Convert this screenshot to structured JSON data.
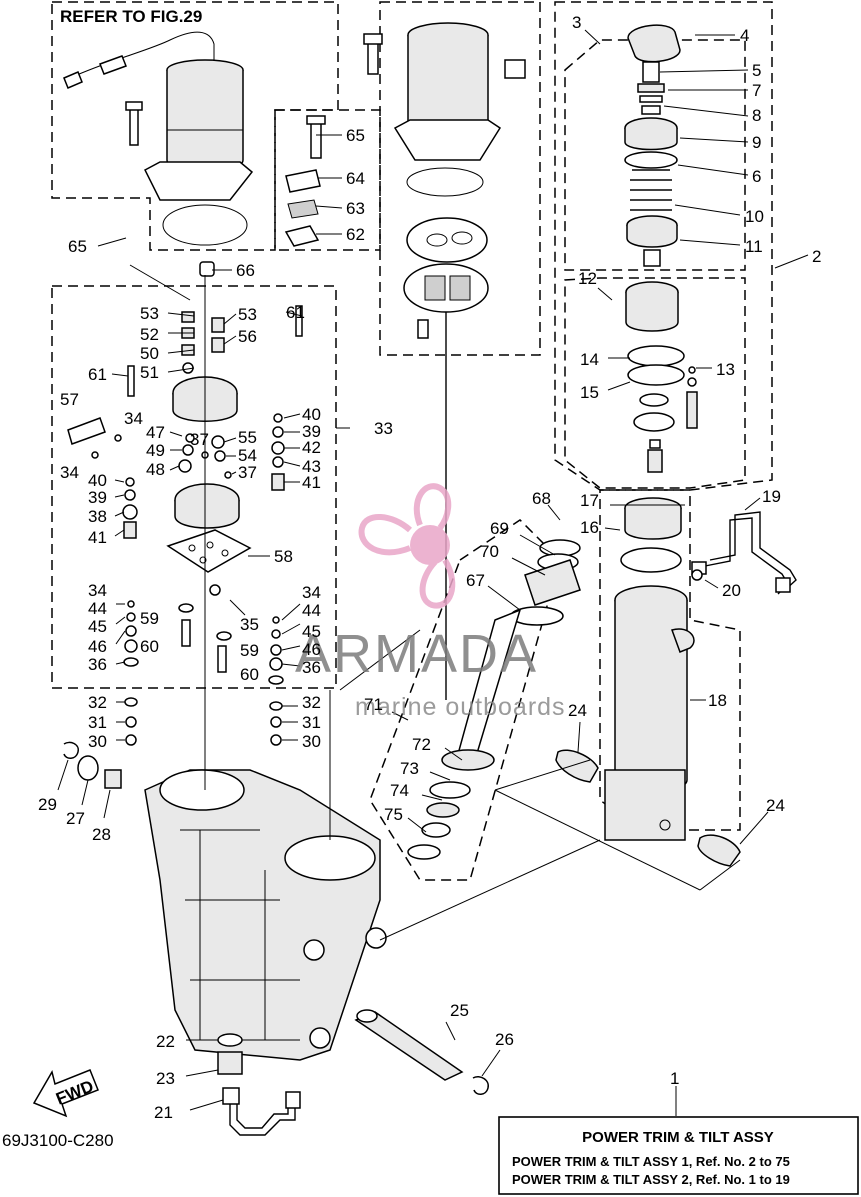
{
  "refer_note": "REFER TO FIG.29",
  "diagram_code": "69J3100-C280",
  "fwd_label": "FWD",
  "watermark": {
    "brand": "ARMADA",
    "sub": "marine outboards",
    "logo_color": "#e9a6c8"
  },
  "title_block": {
    "title": "POWER TRIM & TILT ASSY",
    "line1": "POWER TRIM & TILT ASSY 1,  Ref. No. 2 to 75",
    "line2": "POWER TRIM & TILT ASSY 2,  Ref. No. 1 to 19"
  },
  "callouts": [
    {
      "id": "c1",
      "label": "1"
    },
    {
      "id": "c2",
      "label": "2"
    },
    {
      "id": "c3",
      "label": "3"
    },
    {
      "id": "c4",
      "label": "4"
    },
    {
      "id": "c5",
      "label": "5"
    },
    {
      "id": "c6",
      "label": "6"
    },
    {
      "id": "c7",
      "label": "7"
    },
    {
      "id": "c8",
      "label": "8"
    },
    {
      "id": "c9",
      "label": "9"
    },
    {
      "id": "c10",
      "label": "10"
    },
    {
      "id": "c11",
      "label": "11"
    },
    {
      "id": "c12",
      "label": "12"
    },
    {
      "id": "c13",
      "label": "13"
    },
    {
      "id": "c14",
      "label": "14"
    },
    {
      "id": "c15",
      "label": "15"
    },
    {
      "id": "c16",
      "label": "16"
    },
    {
      "id": "c17",
      "label": "17"
    },
    {
      "id": "c18",
      "label": "18"
    },
    {
      "id": "c19",
      "label": "19"
    },
    {
      "id": "c20",
      "label": "20"
    },
    {
      "id": "c21",
      "label": "21"
    },
    {
      "id": "c22",
      "label": "22"
    },
    {
      "id": "c23",
      "label": "23"
    },
    {
      "id": "c24a",
      "label": "24"
    },
    {
      "id": "c24b",
      "label": "24"
    },
    {
      "id": "c25",
      "label": "25"
    },
    {
      "id": "c26",
      "label": "26"
    },
    {
      "id": "c27",
      "label": "27"
    },
    {
      "id": "c28",
      "label": "28"
    },
    {
      "id": "c29",
      "label": "29"
    },
    {
      "id": "c30a",
      "label": "30"
    },
    {
      "id": "c30b",
      "label": "30"
    },
    {
      "id": "c31a",
      "label": "31"
    },
    {
      "id": "c31b",
      "label": "31"
    },
    {
      "id": "c32a",
      "label": "32"
    },
    {
      "id": "c32b",
      "label": "32"
    },
    {
      "id": "c33",
      "label": "33"
    },
    {
      "id": "c34a",
      "label": "34"
    },
    {
      "id": "c34b",
      "label": "34"
    },
    {
      "id": "c34c",
      "label": "34"
    },
    {
      "id": "c34d",
      "label": "34"
    },
    {
      "id": "c35",
      "label": "35"
    },
    {
      "id": "c36a",
      "label": "36"
    },
    {
      "id": "c36b",
      "label": "36"
    },
    {
      "id": "c37a",
      "label": "37"
    },
    {
      "id": "c37b",
      "label": "37"
    },
    {
      "id": "c38",
      "label": "38"
    },
    {
      "id": "c39a",
      "label": "39"
    },
    {
      "id": "c39b",
      "label": "39"
    },
    {
      "id": "c40a",
      "label": "40"
    },
    {
      "id": "c40b",
      "label": "40"
    },
    {
      "id": "c41a",
      "label": "41"
    },
    {
      "id": "c41b",
      "label": "41"
    },
    {
      "id": "c42",
      "label": "42"
    },
    {
      "id": "c43",
      "label": "43"
    },
    {
      "id": "c44a",
      "label": "44"
    },
    {
      "id": "c44b",
      "label": "44"
    },
    {
      "id": "c45a",
      "label": "45"
    },
    {
      "id": "c45b",
      "label": "45"
    },
    {
      "id": "c46a",
      "label": "46"
    },
    {
      "id": "c46b",
      "label": "46"
    },
    {
      "id": "c47",
      "label": "47"
    },
    {
      "id": "c48",
      "label": "48"
    },
    {
      "id": "c49",
      "label": "49"
    },
    {
      "id": "c50",
      "label": "50"
    },
    {
      "id": "c51",
      "label": "51"
    },
    {
      "id": "c52",
      "label": "52"
    },
    {
      "id": "c53a",
      "label": "53"
    },
    {
      "id": "c53b",
      "label": "53"
    },
    {
      "id": "c54",
      "label": "54"
    },
    {
      "id": "c55",
      "label": "55"
    },
    {
      "id": "c56",
      "label": "56"
    },
    {
      "id": "c57",
      "label": "57"
    },
    {
      "id": "c58",
      "label": "58"
    },
    {
      "id": "c59a",
      "label": "59"
    },
    {
      "id": "c59b",
      "label": "59"
    },
    {
      "id": "c60a",
      "label": "60"
    },
    {
      "id": "c60b",
      "label": "60"
    },
    {
      "id": "c61a",
      "label": "61"
    },
    {
      "id": "c61b",
      "label": "61"
    },
    {
      "id": "c62",
      "label": "62"
    },
    {
      "id": "c63",
      "label": "63"
    },
    {
      "id": "c64",
      "label": "64"
    },
    {
      "id": "c65a",
      "label": "65"
    },
    {
      "id": "c65b",
      "label": "65"
    },
    {
      "id": "c66",
      "label": "66"
    },
    {
      "id": "c67",
      "label": "67"
    },
    {
      "id": "c68",
      "label": "68"
    },
    {
      "id": "c69",
      "label": "69"
    },
    {
      "id": "c70",
      "label": "70"
    },
    {
      "id": "c71",
      "label": "71"
    },
    {
      "id": "c72",
      "label": "72"
    },
    {
      "id": "c73",
      "label": "73"
    },
    {
      "id": "c74",
      "label": "74"
    },
    {
      "id": "c75",
      "label": "75"
    }
  ]
}
